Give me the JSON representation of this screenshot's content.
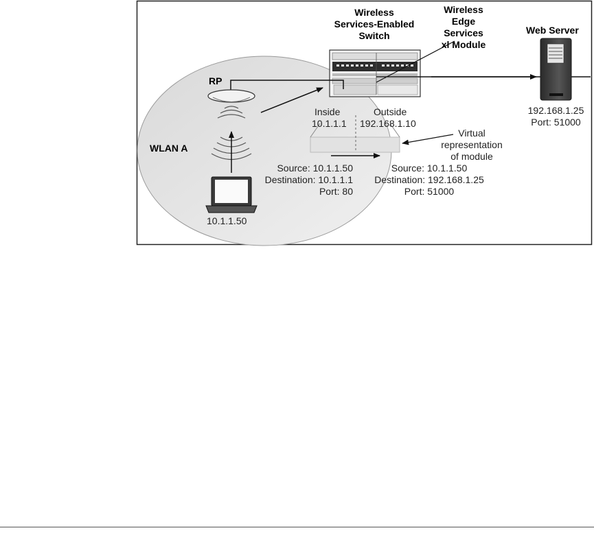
{
  "labels": {
    "switch_title": [
      "Wireless",
      "Services-Enabled",
      "Switch"
    ],
    "module_title": [
      "Wireless",
      "Edge",
      "Services",
      "xl Module"
    ],
    "web_server": "Web Server",
    "server_ip": "192.168.1.25",
    "server_port": "Port: 51000",
    "rp": "RP",
    "wlan": "WLAN A",
    "inside": "Inside",
    "inside_ip": "10.1.1.1",
    "outside": "Outside",
    "outside_ip": "192.168.1.10",
    "virtual": [
      "Virtual",
      "representation",
      "of module"
    ],
    "client_ip": "10.1.1.50",
    "left_packet": [
      "Source: 10.1.1.50",
      "Destination: 10.1.1.1",
      "Port: 80"
    ],
    "right_packet": [
      "Source: 10.1.1.50",
      "Destination: 192.168.1.25",
      "Port: 51000"
    ]
  },
  "colors": {
    "frame": "#222222",
    "wlan_fill": "#e6e6e6",
    "module_fill": "#e4e4e4",
    "line": "#111111",
    "server_dark": "#3a3a3a"
  },
  "icons": [
    "switch-chassis-icon",
    "server-tower-icon",
    "radio-port-icon",
    "laptop-icon",
    "wireless-signal-icon"
  ]
}
